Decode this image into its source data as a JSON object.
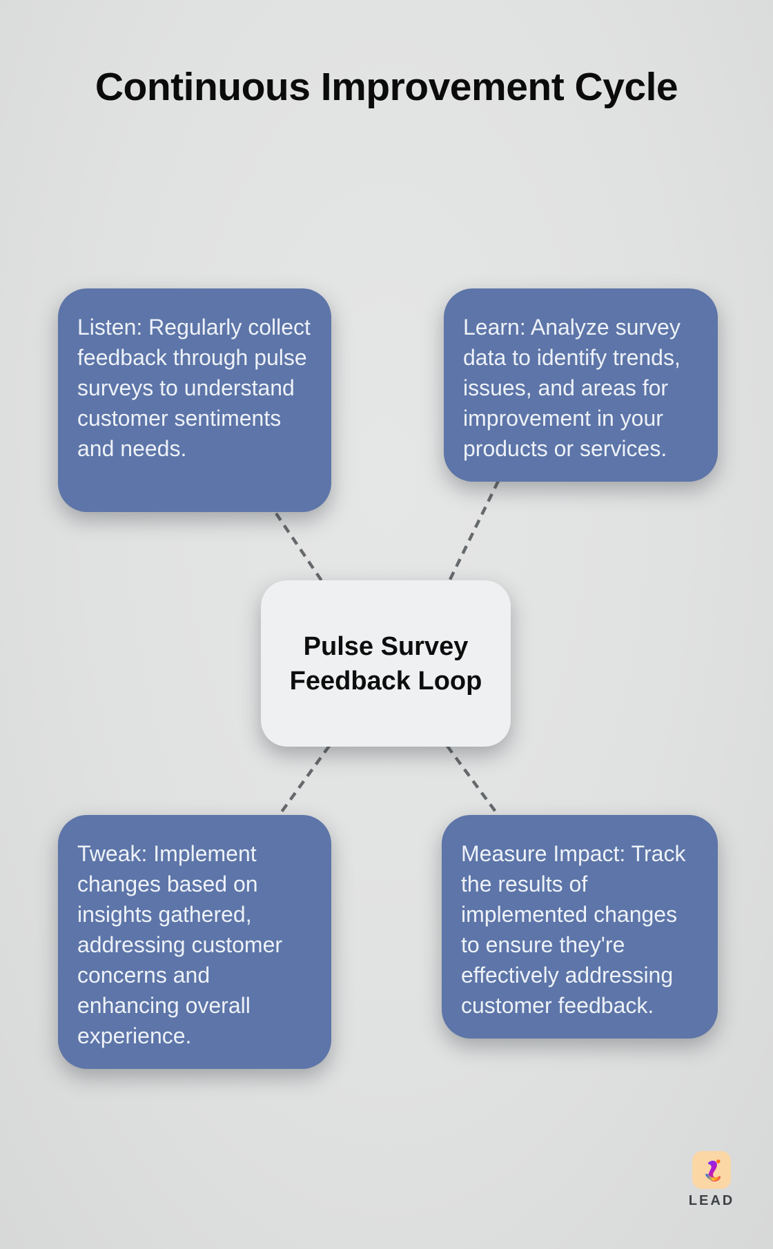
{
  "title": "Continuous Improvement Cycle",
  "center": {
    "label": "Pulse Survey Feedback Loop"
  },
  "nodes": [
    {
      "id": "listen",
      "text": "Listen: Regularly collect feedback through pulse surveys to understand customer sentiments and needs."
    },
    {
      "id": "learn",
      "text": "Learn: Analyze survey data to identify trends, issues, and areas for improvement in your products or services."
    },
    {
      "id": "tweak",
      "text": "Tweak: Implement changes based on insights gathered, addressing customer concerns and enhancing overall experience."
    },
    {
      "id": "measure",
      "text": "Measure Impact: Track the results of implemented changes to ensure they're effectively addressing customer feedback."
    }
  ],
  "logo": {
    "text": "LEAD",
    "icon": "lead-swoosh-icon"
  },
  "colors": {
    "background": "#E0E1E1",
    "node_fill": "#5D75A8",
    "node_text": "#EEF2F8",
    "center_fill": "#EEF0F1",
    "center_text": "#0D0D0D",
    "connector": "#66696C",
    "title_text": "#0B0B0B",
    "logo_bg": "#FBD7A6",
    "logo_text": "#3D4145"
  }
}
